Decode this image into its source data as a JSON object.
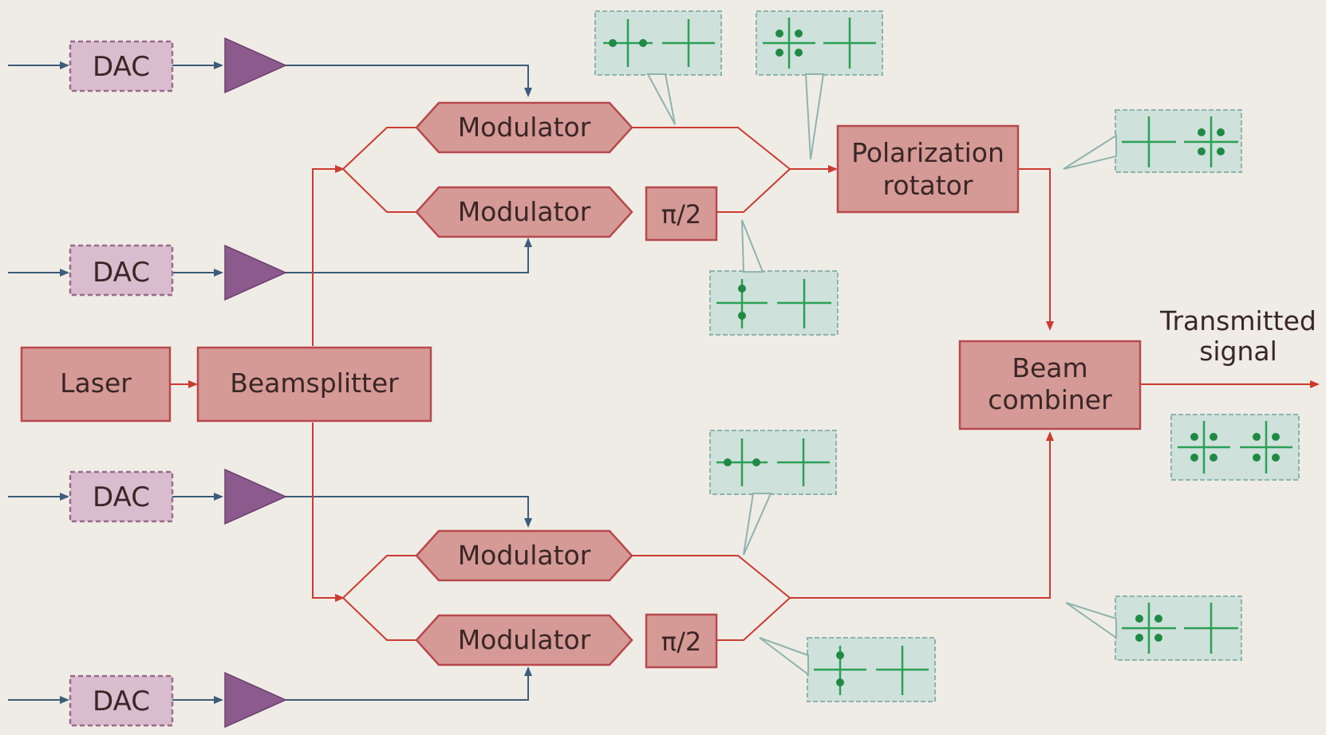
{
  "blocks": {
    "dac_label": "DAC",
    "laser": "Laser",
    "beamsplitter": "Beamsplitter",
    "modulator": "Modulator",
    "phase_shift": "π/2",
    "polarization_rotator": [
      "Polarization",
      "rotator"
    ],
    "beam_combiner": [
      "Beam",
      "combiner"
    ]
  },
  "output": {
    "label": [
      "Transmitted",
      "signal"
    ]
  },
  "colors": {
    "block_fill": "#d59a96",
    "block_border": "#b8484c",
    "dac_fill": "#d9bccd",
    "amplifier": "#8c5a8c",
    "electrical_line": "#3c5c7a",
    "optical_line": "#cc3b30",
    "constellation_box": "#cfe1db",
    "constellation_axes": "#2aa055",
    "constellation_points": "#1f8a44"
  }
}
